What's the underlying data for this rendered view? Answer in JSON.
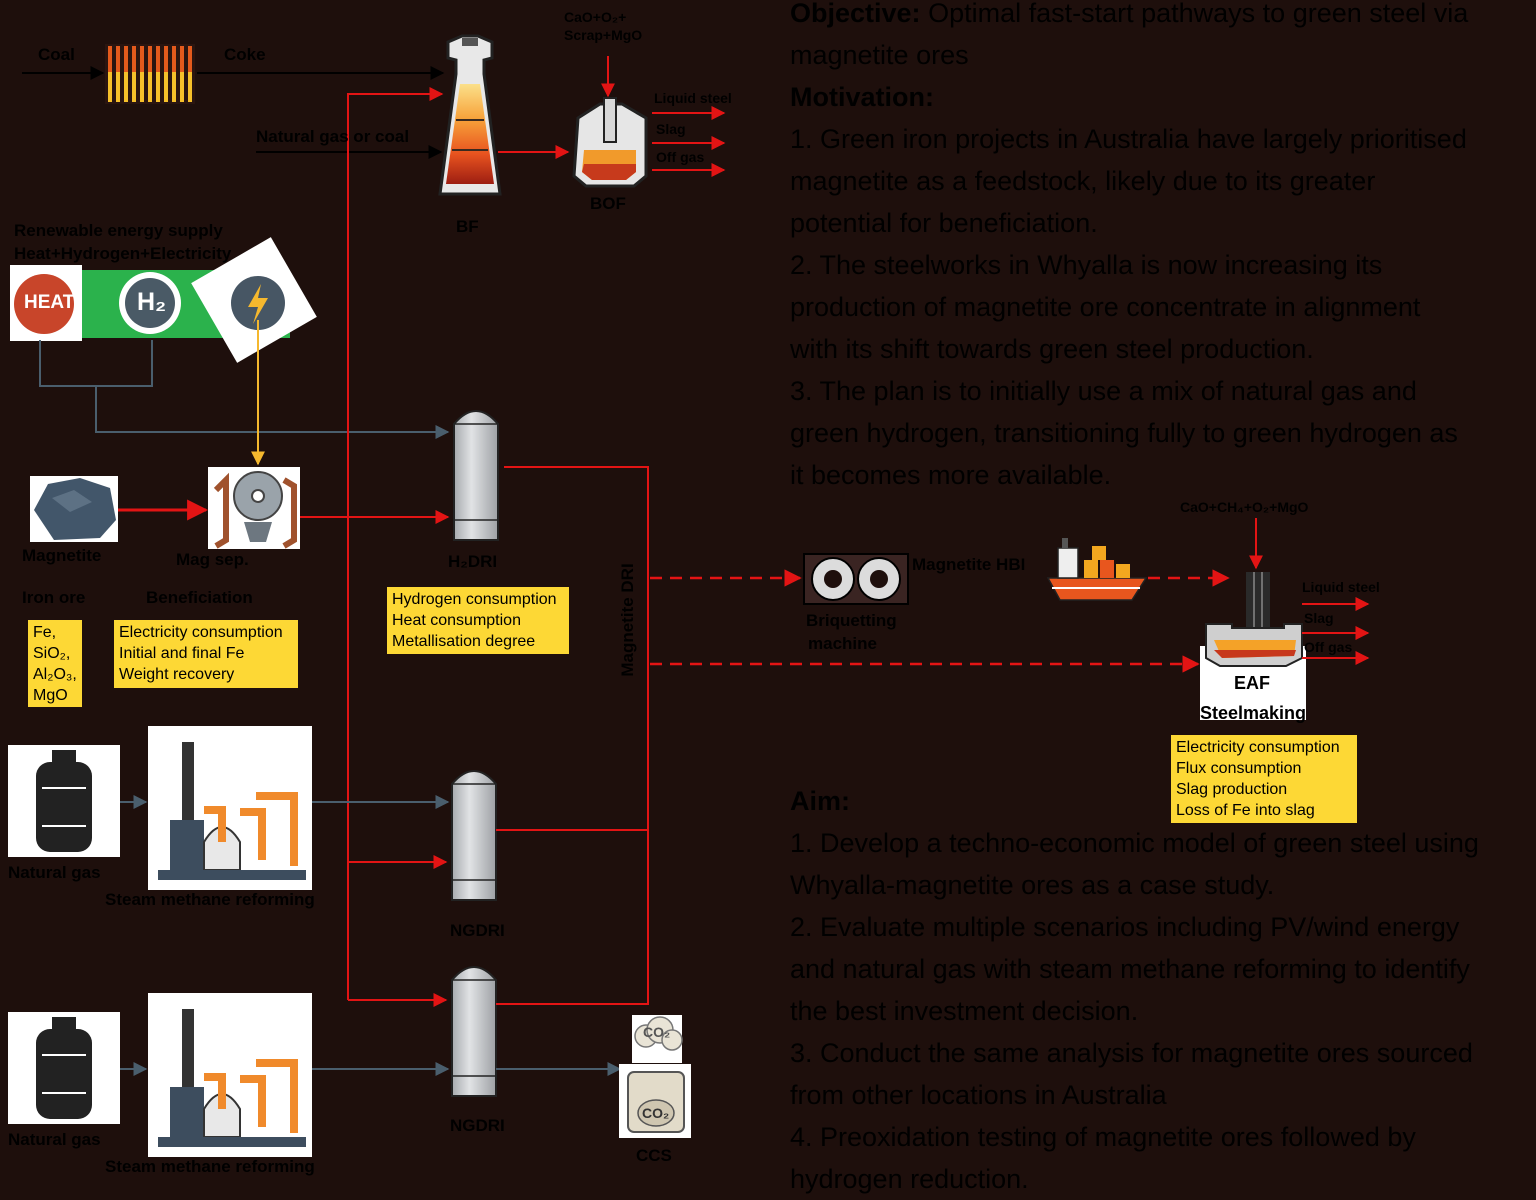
{
  "flow": {
    "coal": "Coal",
    "coke": "Coke",
    "bf": "BF",
    "bof": "BOF",
    "bof_inputs": [
      "CaO+O₂+",
      "Scrap+MgO"
    ],
    "natural_gas_or_coal": "Natural gas or coal",
    "liquid_steel": "Liquid steel",
    "slag": "Slag",
    "off_gas": "Off gas",
    "renewable_title": "Renewable energy supply",
    "renewable_sub": "Heat+Hydrogen+Electricity",
    "heat_badge": "HEAT",
    "h2_badge": "H₂",
    "magnetite": "Magnetite",
    "mag_sep": "Mag sep.",
    "iron_ore": "Iron ore",
    "beneficiation": "Beneficiation",
    "ore_composition": [
      "Fe,",
      "SiO₂,",
      "Al₂O₃,",
      "MgO"
    ],
    "beneficiation_params": [
      "Electricity consumption",
      "Initial and final Fe",
      "Weight recovery"
    ],
    "h2dri": "H₂DRI",
    "h2dri_params": [
      "Hydrogen consumption",
      "Heat consumption",
      "Metallisation degree"
    ],
    "magnetite_dri": "Magnetite DRI",
    "briquetting": [
      "Briquetting",
      "machine"
    ],
    "magnetite_hbi": "Magnetite HBI",
    "eaf_inputs": "CaO+CH₄+O₂+MgO",
    "eaf": "EAF",
    "steelmaking": "Steelmaking",
    "eaf_params": [
      "Electricity consumption",
      "Flux consumption",
      "Slag production",
      "Loss of Fe into slag"
    ],
    "natural_gas": "Natural gas",
    "smr": "Steam methane reforming",
    "ngdri": "NGDRI",
    "ccs": "CCS",
    "co2": "CO₂"
  },
  "panel": {
    "objective_label": "Objective:",
    "objective_text": [
      "Optimal fast-start pathways to green steel via",
      "magnetite ores"
    ],
    "motivation_label": "Motivation:",
    "motivation_lines": [
      "1. Green iron projects in Australia have largely prioritised",
      "magnetite as a feedstock, likely due to its greater",
      "potential for beneficiation.",
      "2. The steelworks in Whyalla is now increasing its",
      "production of magnetite ore concentrate in alignment",
      "with its shift towards green steel production.",
      "3. The plan is to initially use a mix of natural gas and",
      "green hydrogen, transitioning fully to green hydrogen as",
      "it becomes more available."
    ],
    "aim_label": "Aim:",
    "aim_lines": [
      "1. Develop a techno-economic model of green steel using",
      "Whyalla-magnetite ores as a case study.",
      "2. Evaluate multiple scenarios including PV/wind energy",
      "and natural gas with steam methane reforming to identify",
      "the best investment decision.",
      "3. Conduct the same analysis for magnetite ores sourced",
      "from other locations in Australia",
      "4. Preoxidation testing of magnetite ores followed by",
      "hydrogen reduction."
    ]
  },
  "colors": {
    "background": "#1e0f0c",
    "flow_red": "#e31414",
    "param_yellow": "#fdd835",
    "renewable_green": "#2bb24c",
    "electricity_line": "#f5b82e",
    "gas_line": "#4a5e6d"
  }
}
